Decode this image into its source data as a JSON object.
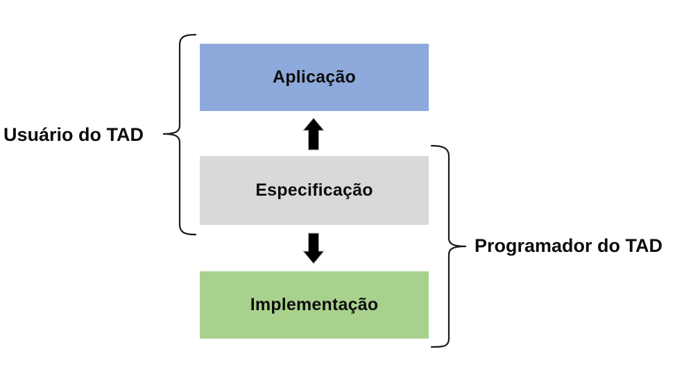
{
  "diagram": {
    "background": "#FFFFFF",
    "boxes": [
      {
        "id": "aplicacao",
        "label": "Aplicação",
        "fill": "#8EA9DB",
        "text_color": "#0D0D0D"
      },
      {
        "id": "especificacao",
        "label": "Especificação",
        "fill": "#D9D9D9",
        "text_color": "#0D0D0D"
      },
      {
        "id": "implementacao",
        "label": "Implementação",
        "fill": "#A9D18E",
        "text_color": "#0D0D0D"
      }
    ],
    "arrows": [
      {
        "direction": "up",
        "from": "especificacao",
        "to": "aplicacao",
        "color": "#000000"
      },
      {
        "direction": "down",
        "from": "especificacao",
        "to": "implementacao",
        "color": "#000000"
      }
    ],
    "side_labels": {
      "left": {
        "text": "Usuário do TAD",
        "brace_spans": [
          "aplicacao",
          "especificacao"
        ],
        "brace_color": "#1A1A1A"
      },
      "right": {
        "text": "Programador do TAD",
        "brace_spans": [
          "especificacao",
          "implementacao"
        ],
        "brace_color": "#1A1A1A"
      }
    }
  }
}
